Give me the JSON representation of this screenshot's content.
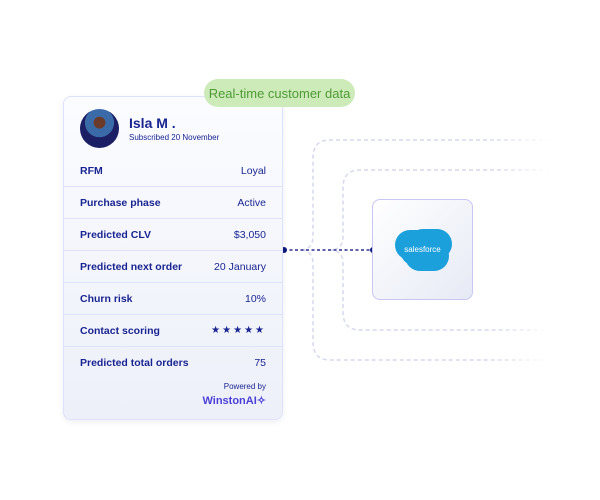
{
  "badge": "Real-time customer data",
  "profile": {
    "name": "Isla M .",
    "subtitle": "Subscribed 20 November"
  },
  "rows": [
    {
      "label": "RFM",
      "value": "Loyal"
    },
    {
      "label": "Purchase phase",
      "value": "Active"
    },
    {
      "label": "Predicted CLV",
      "value": "$3,050"
    },
    {
      "label": "Predicted next order",
      "value": "20 January"
    },
    {
      "label": "Churn risk",
      "value": "10%"
    },
    {
      "label": "Contact scoring",
      "value": "★★★★★"
    },
    {
      "label": "Predicted total orders",
      "value": "75"
    }
  ],
  "powered": {
    "label": "Powered by",
    "brand": "WinstonAI✧"
  },
  "integration": {
    "name": "salesforce",
    "color": "#1ba0db"
  }
}
